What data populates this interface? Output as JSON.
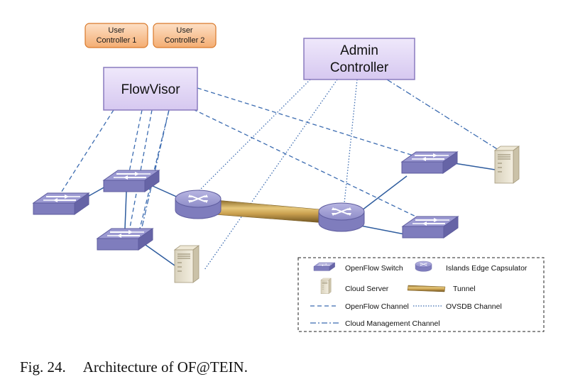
{
  "nodes": {
    "user_controller_1": "User\nController 1",
    "user_controller_2": "User\nController 2",
    "flowvisor": "FlowVisor",
    "admin_controller": "Admin\nController"
  },
  "legend": {
    "openflow_switch": "OpenFlow Switch",
    "islands_edge_capsulator": "Islands Edge Capsulator",
    "cloud_server": "Cloud Server",
    "tunnel": "Tunnel",
    "openflow_channel": "OpenFlow  Channel",
    "ovsdb_channel": "OVSDB Channel",
    "cloud_management_channel": "Cloud Management Channel"
  },
  "caption": {
    "number": "Fig. 24.",
    "text": "Architecture of OF@TEIN."
  },
  "colors": {
    "user_controller_fill": "#f9c59a",
    "user_controller_stroke": "#d9792b",
    "controller_fill": "#e3d8f5",
    "controller_stroke": "#8a7bbf",
    "channel_line": "#3b6bb0",
    "switch_fill": "#7d7cb8",
    "tunnel": "#c8a454"
  }
}
